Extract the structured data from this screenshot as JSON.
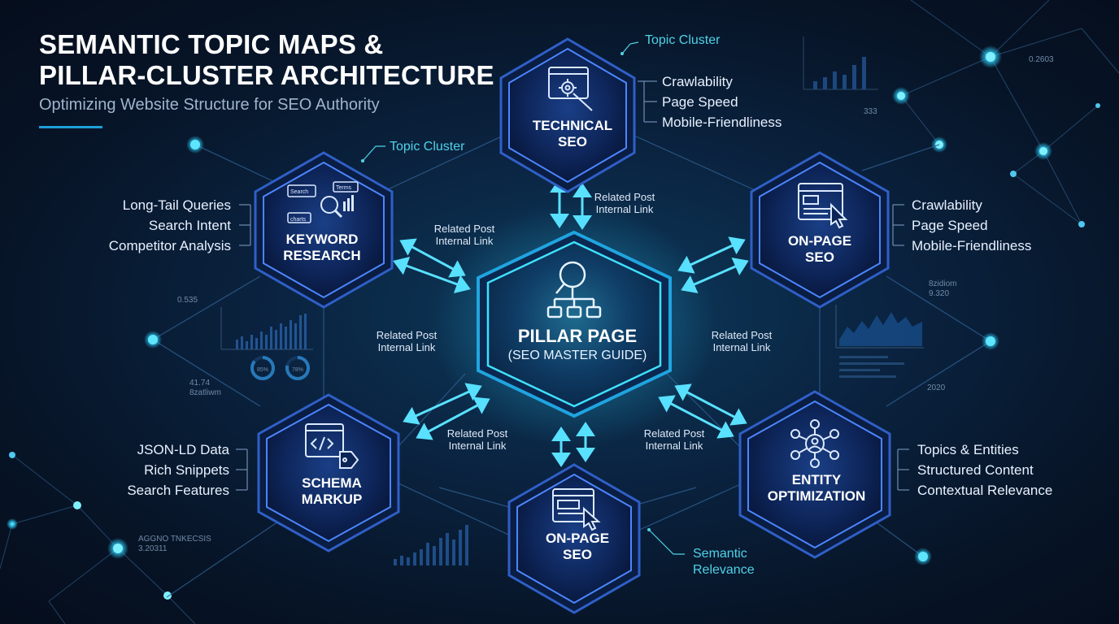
{
  "header": {
    "title_line1": "SEMANTIC TOPIC MAPS &",
    "title_line2": "PILLAR-CLUSTER ARCHITECTURE",
    "subtitle": "Optimizing Website Structure for SEO Authority"
  },
  "pillar": {
    "title": "PILLAR PAGE",
    "subtitle": "(SEO MASTER GUIDE)",
    "icon": "magnifier-sitemap-icon"
  },
  "clusters": {
    "technical": {
      "line1": "TECHNICAL",
      "line2": "SEO",
      "icon": "browser-gear-icon",
      "items": [
        "Crawlability",
        "Page Speed",
        "Mobile-Friendliness"
      ]
    },
    "keyword": {
      "line1": "KEYWORD",
      "line2": "RESEARCH",
      "icon": "keyword-search-icon",
      "icon_words": [
        "Search",
        "Terms",
        "charts"
      ],
      "items": [
        "Long-Tail Queries",
        "Search Intent",
        "Competitor Analysis"
      ]
    },
    "onpage_right": {
      "line1": "ON-PAGE",
      "line2": "SEO",
      "icon": "browser-cursor-icon",
      "items": [
        "Crawlability",
        "Page Speed",
        "Mobile-Friendliness"
      ]
    },
    "schema": {
      "line1": "SCHEMA",
      "line2": "MARKUP",
      "icon": "code-tag-icon",
      "items": [
        "JSON-LD Data",
        "Rich Snippets",
        "Search Features"
      ]
    },
    "onpage_bottom": {
      "line1": "ON-PAGE",
      "line2": "SEO",
      "icon": "browser-cursor-icon"
    },
    "entity": {
      "line1": "ENTITY",
      "line2": "OPTIMIZATION",
      "icon": "entity-network-icon",
      "items": [
        "Topics & Entities",
        "Structured Content",
        "Contextual Relevance"
      ]
    }
  },
  "link_label": {
    "line1": "Related Post",
    "line2": "Internal Link"
  },
  "callouts": {
    "topic_cluster_top": "Topic Cluster",
    "topic_cluster_left": "Topic Cluster",
    "semantic_line1": "Semantic",
    "semantic_line2": "Relevance"
  },
  "decor_text": {
    "top_right_value": "0.2603",
    "top_right_small": "333",
    "mid_right_1": "8zidiom",
    "mid_right_2": "9.320",
    "right_year": "2020",
    "left_top_value": "0.535",
    "left_mid_1": "41.74",
    "left_mid_2": "8zatliwm",
    "donut_1": "85%",
    "donut_2": "78%",
    "bottom_left_1": "AGGNO TNKECSIS",
    "bottom_left_2": "3.20311"
  },
  "colors": {
    "accent": "#4fd2e8",
    "node_glow": "#2fd3ff",
    "hex_border": "#3b6bd6",
    "pillar_border": "#38d6ff",
    "background": "#071528"
  }
}
